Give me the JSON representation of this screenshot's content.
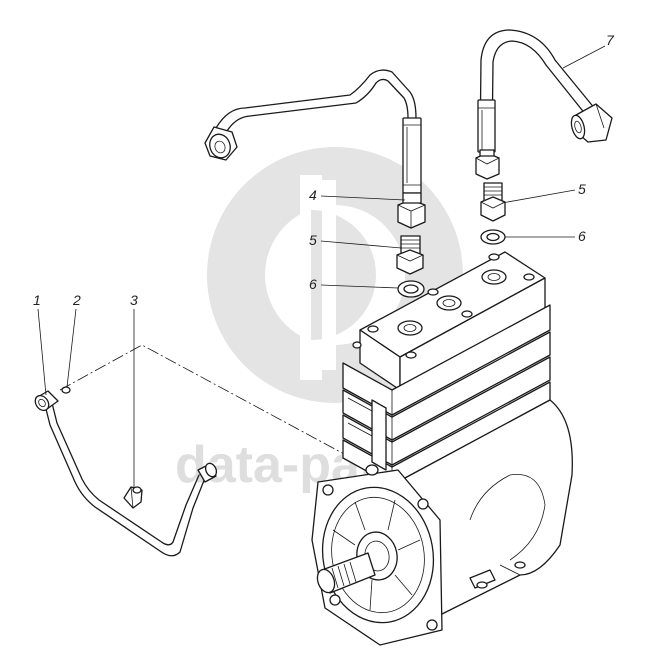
{
  "watermark": {
    "text": "data-parts",
    "color": "#dedede"
  },
  "callouts": [
    {
      "id": "c1",
      "number": "1"
    },
    {
      "id": "c2",
      "number": "2"
    },
    {
      "id": "c3",
      "number": "3"
    },
    {
      "id": "c4",
      "number": "4"
    },
    {
      "id": "c5a",
      "number": "5"
    },
    {
      "id": "c5b",
      "number": "5"
    },
    {
      "id": "c6a",
      "number": "6"
    },
    {
      "id": "c6b",
      "number": "6"
    },
    {
      "id": "c7",
      "number": "7"
    }
  ]
}
